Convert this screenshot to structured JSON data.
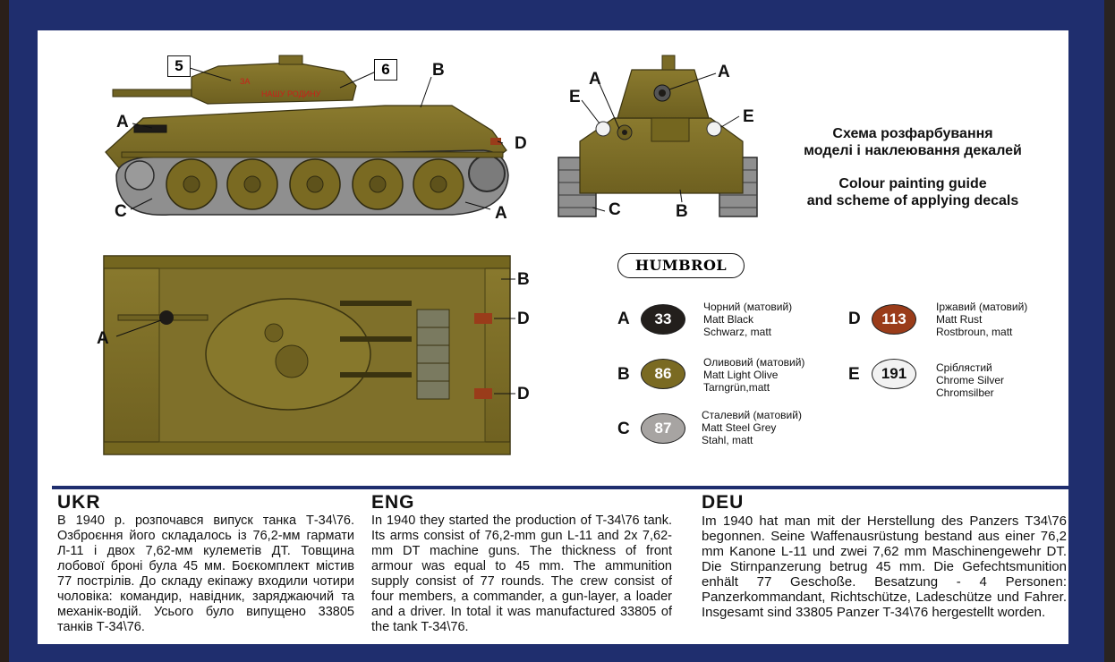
{
  "callouts": {
    "box5": "5",
    "box6": "6",
    "side_A_gun": "A",
    "side_B": "B",
    "side_C": "C",
    "side_D": "D",
    "side_A_track": "A",
    "front_A_left": "A",
    "front_A_right": "A",
    "front_E_left": "E",
    "front_E_right": "E",
    "front_C": "C",
    "front_B": "B",
    "top_A": "A",
    "top_B": "B",
    "top_D1": "D",
    "top_D2": "D"
  },
  "decal_text": {
    "line1": "ЗА",
    "line2": "НАШУ РОДИНУ"
  },
  "heading": {
    "ukr_line1": "Схема розфарбування",
    "ukr_line2": "моделі і наклеювання декалей",
    "eng_line1": "Colour painting guide",
    "eng_line2": "and scheme of applying decals"
  },
  "brand": "HUMBROL",
  "paints": [
    {
      "letter": "A",
      "code": "33",
      "ukr": "Чорний (матовий)",
      "eng": "Matt Black",
      "deu": "Schwarz, matt",
      "color": "#231f1c",
      "text_color": "#ffffff"
    },
    {
      "letter": "B",
      "code": "86",
      "ukr": "Оливовий (матовий)",
      "eng": "Matt Light Olive",
      "deu": "Tarngrün,matt",
      "color": "#7a6a22",
      "text_color": "#ffffff"
    },
    {
      "letter": "C",
      "code": "87",
      "ukr": "Сталевий (матовий)",
      "eng": "Matt Steel Grey",
      "deu": "Stahl, matt",
      "color": "#a7a4a2",
      "text_color": "#ffffff"
    },
    {
      "letter": "D",
      "code": "113",
      "ukr": "Іржавий (матовий)",
      "eng": "Matt Rust",
      "deu": "Rostbroun, matt",
      "color": "#9a3c1a",
      "text_color": "#ffffff"
    },
    {
      "letter": "E",
      "code": "191",
      "ukr": "Сріблястий",
      "eng": "Chrome Silver",
      "deu": "Chromsilber",
      "color": "#f2f2f2",
      "text_color": "#111111"
    }
  ],
  "sections": {
    "ukr": {
      "title": "UKR",
      "text": "В 1940 р. розпочався випуск танка Т-34\\76. Озброєння його складалось із 76,2-мм гармати Л-11 і двох 7,62-мм кулеметів ДТ. Товщина лобової броні була 45 мм. Боєкомплект містив 77 пострілів. До складу екіпажу входили чотири чоловіка: командир, навідник, заряджаючий та механік-водій. Усього було випущено 33805 танків Т-34\\76."
    },
    "eng": {
      "title": "ENG",
      "text": "In 1940 they started the production of T-34\\76 tank. Its arms consist of 76,2-mm gun L-11 and 2x 7,62-mm DT machine guns. The thickness of front armour was equal to 45 mm. The ammunition supply consist of 77 rounds. The crew consist of four members, a commander, a gun-layer, a loader and a driver. In total it was manufactured 33805 of the tank T-34\\76."
    },
    "deu": {
      "title": "DEU",
      "text": "Im 1940 hat man mit der Herstellung des Panzers T34\\76 begonnen. Seine Waffenausrüstung bestand aus einer 76,2 mm Kanone L-11 und zwei 7,62 mm Maschinengewehr DT. Die Stirnpanzerung betrug 45 mm. Die Gefechtsmunition enhält 77 Geschoße. Besatzung - 4 Personen: Panzerkommandant, Richtschütze, Ladeschütze und Fahrer. Insgesamt sind 33805 Panzer T-34\\76 hergestellt worden."
    }
  }
}
